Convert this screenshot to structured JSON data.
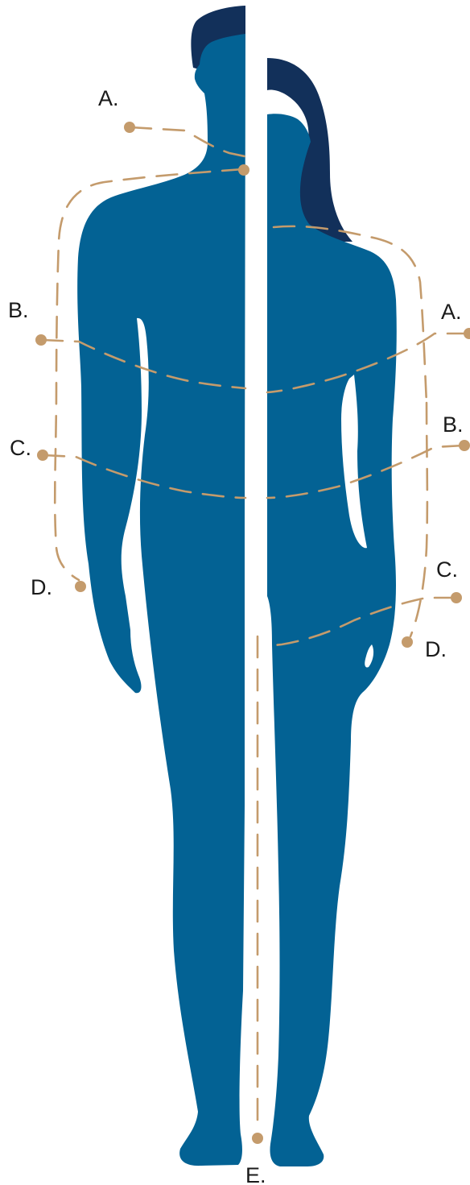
{
  "colors": {
    "body": "#036294",
    "hair": "#12305a",
    "guide": "#c49b6c",
    "background": "#ffffff",
    "label": "#1a1a1a"
  },
  "figures": [
    {
      "name": "male-figure",
      "side": "left"
    },
    {
      "name": "female-figure",
      "side": "right"
    }
  ],
  "male_labels": {
    "a": "A.",
    "b": "B.",
    "c": "C.",
    "d": "D."
  },
  "female_labels": {
    "a": "A.",
    "b": "B.",
    "c": "C.",
    "d": "D."
  },
  "inseam_label": "E."
}
